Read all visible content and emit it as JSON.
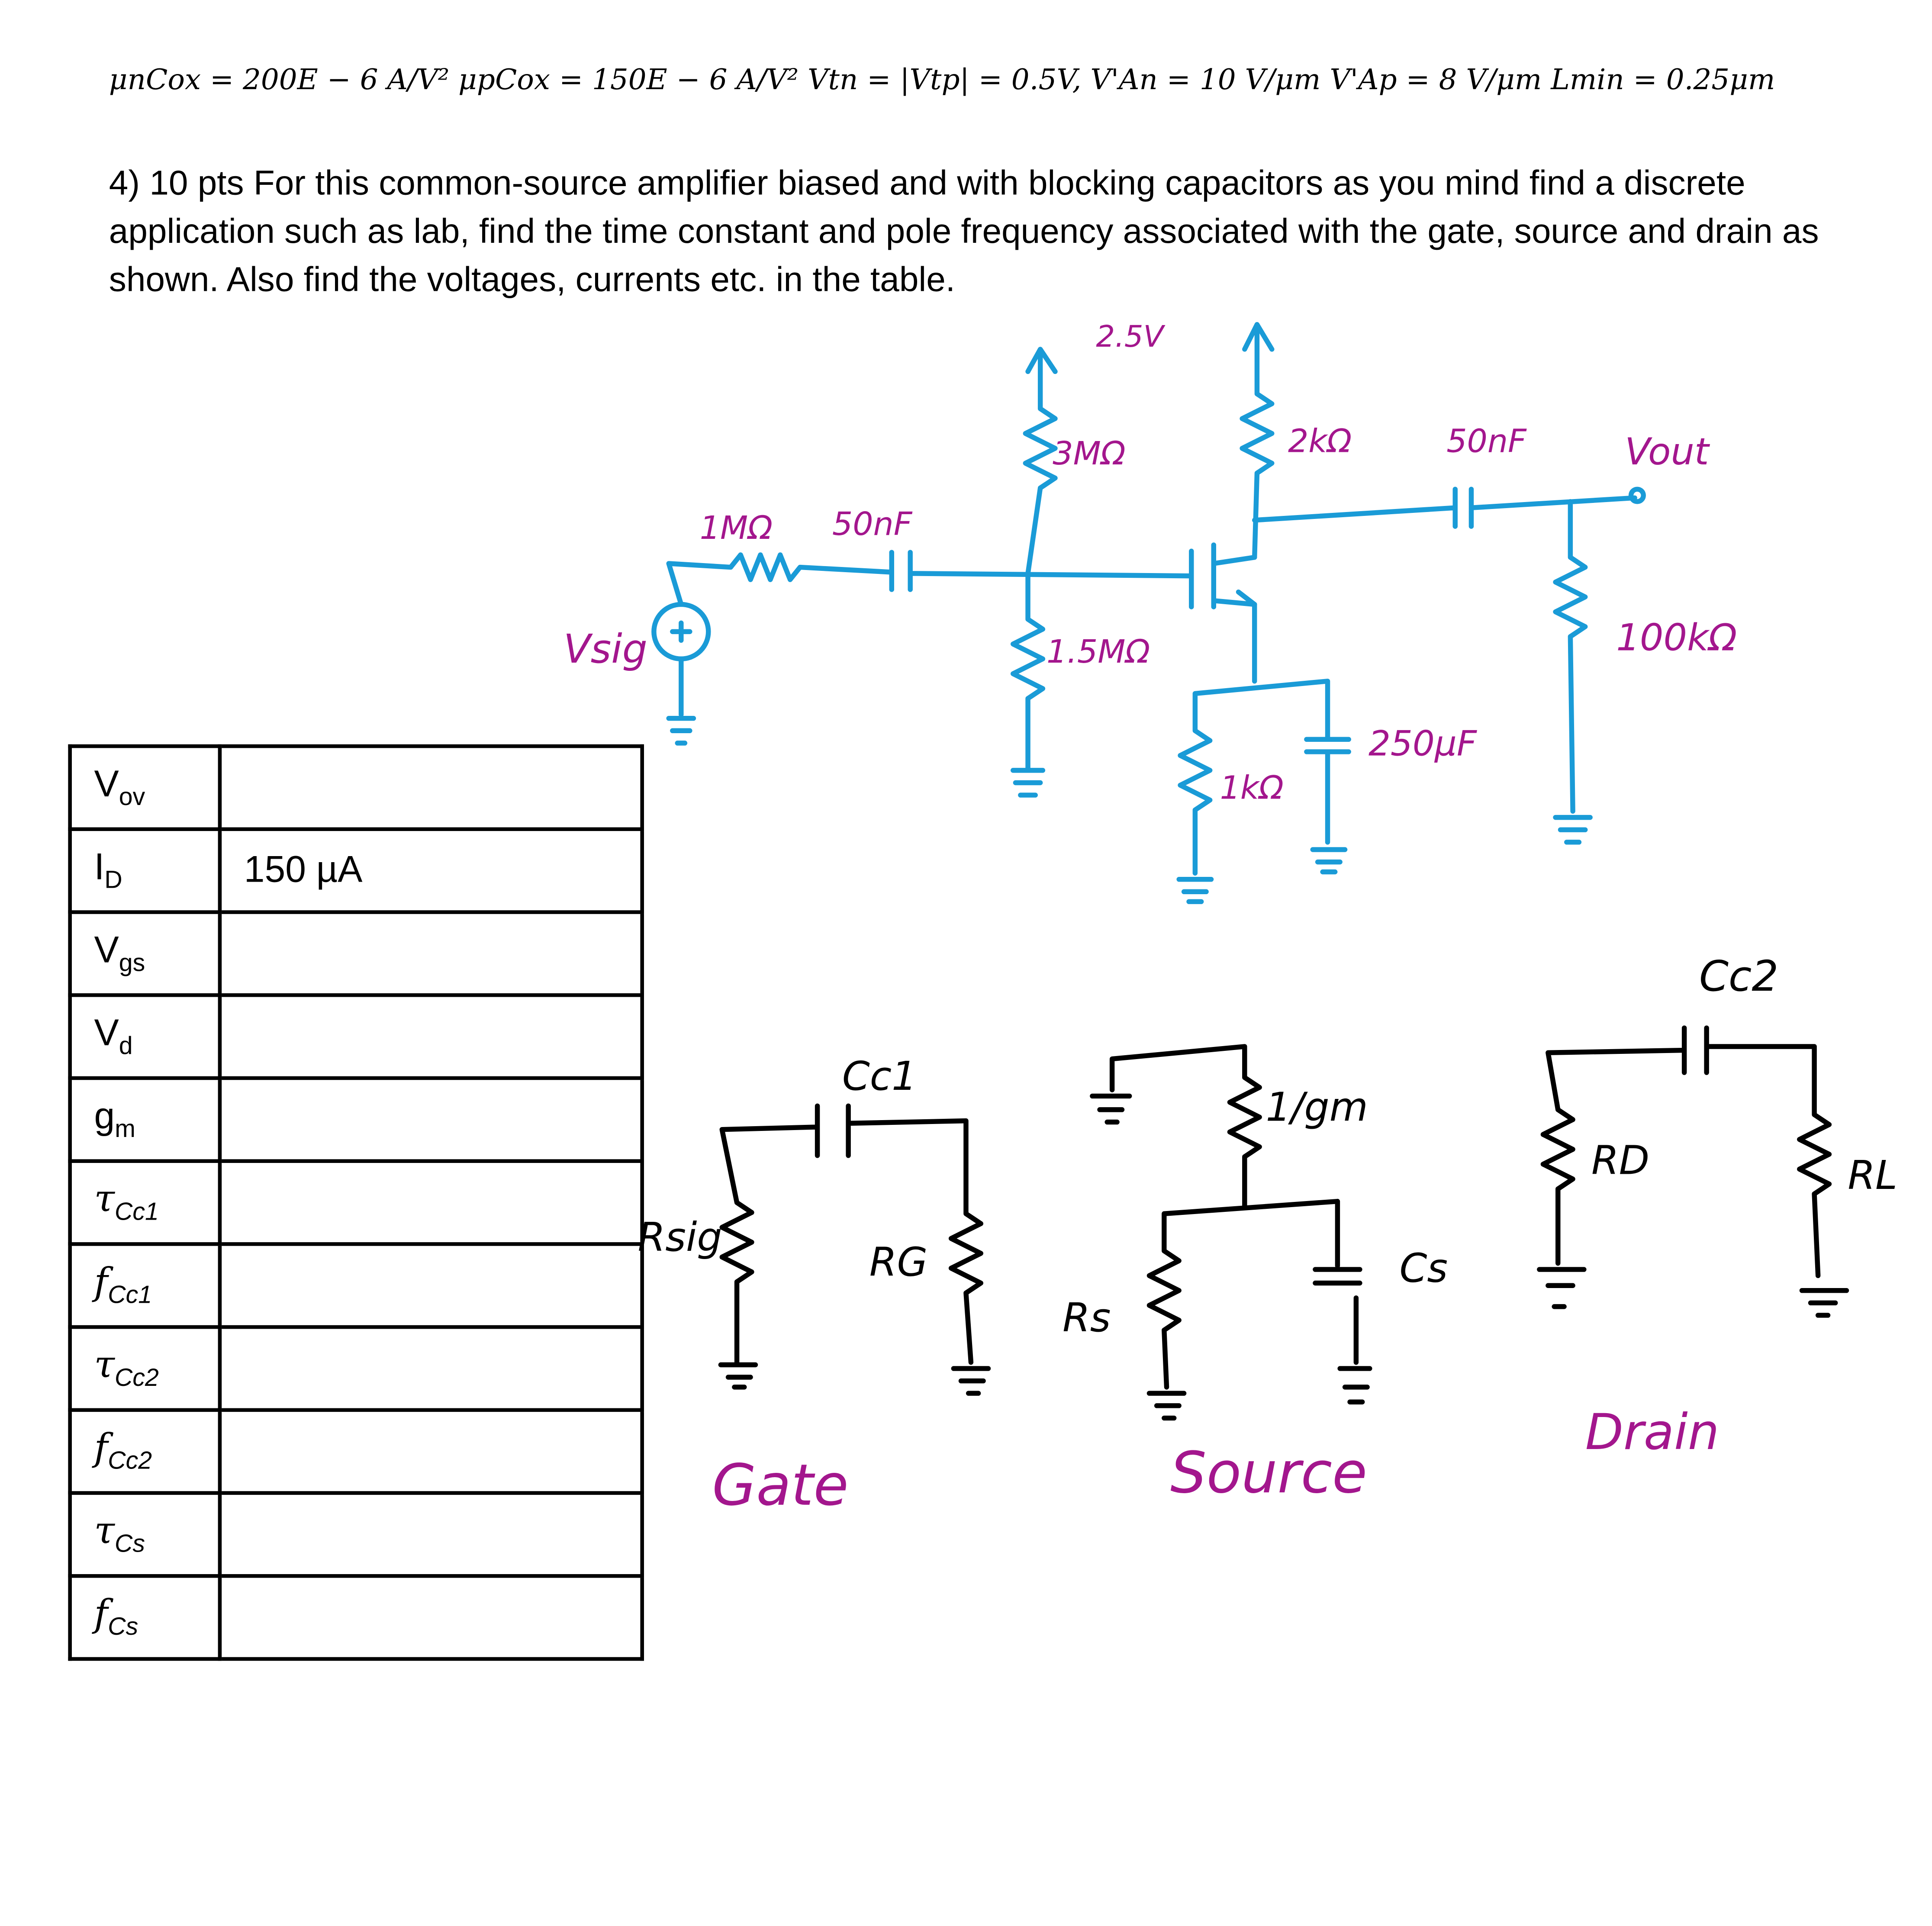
{
  "header_equation": "μnCox = 200E − 6 A/V²   μpCox = 150E − 6 A/V²   Vtn = |Vtp| = 0.5V,  V'An = 10 V/μm   V'Ap = 8 V/μm   Lmin = 0.25μm",
  "question": "4) 10 pts For this common-source amplifier biased and with blocking capacitors as you mind find a discrete application such as lab, find the time constant and pole frequency associated with the gate, source and drain as shown.  Also find the voltages, currents etc. in the table.",
  "circuit": {
    "vdd": "2.5V",
    "r_top": "3MΩ",
    "r_bottom": "1.5MΩ",
    "r_sig": "1MΩ",
    "c_in": "50nF",
    "r_d": "2kΩ",
    "c_out": "50nF",
    "vout": "Vout",
    "r_load": "100kΩ",
    "r_s": "1kΩ",
    "c_s": "250μF",
    "vsig": "Vsig"
  },
  "subcircuits": {
    "gate": {
      "title": "Gate",
      "cap": "Cc1",
      "r1": "Rsig",
      "r2": "RG"
    },
    "source": {
      "title": "Source",
      "r_gm": "1/gm",
      "r_s": "Rs",
      "cap": "Cs"
    },
    "drain": {
      "title": "Drain",
      "cap": "Cc2",
      "r1": "RD",
      "r2": "RL"
    }
  },
  "table": [
    {
      "sym": "V",
      "sub": "ov",
      "italic": false,
      "value": ""
    },
    {
      "sym": "I",
      "sub": "D",
      "italic": false,
      "value": "150 µA"
    },
    {
      "sym": "V",
      "sub": "gs",
      "italic": false,
      "value": ""
    },
    {
      "sym": "V",
      "sub": "d",
      "italic": false,
      "value": ""
    },
    {
      "sym": "g",
      "sub": "m",
      "italic": false,
      "value": ""
    },
    {
      "sym": "τ",
      "sub": "Cc1",
      "italic": true,
      "value": ""
    },
    {
      "sym": "f",
      "sub": "Cc1",
      "italic": true,
      "value": ""
    },
    {
      "sym": "τ",
      "sub": "Cc2",
      "italic": true,
      "value": ""
    },
    {
      "sym": "f",
      "sub": "Cc2",
      "italic": true,
      "value": ""
    },
    {
      "sym": "τ",
      "sub": "Cs",
      "italic": true,
      "value": ""
    },
    {
      "sym": "f",
      "sub": "Cs",
      "italic": true,
      "value": ""
    }
  ],
  "colors": {
    "ink_blue": "#1a9bd7",
    "ink_purple": "#a3168d"
  }
}
